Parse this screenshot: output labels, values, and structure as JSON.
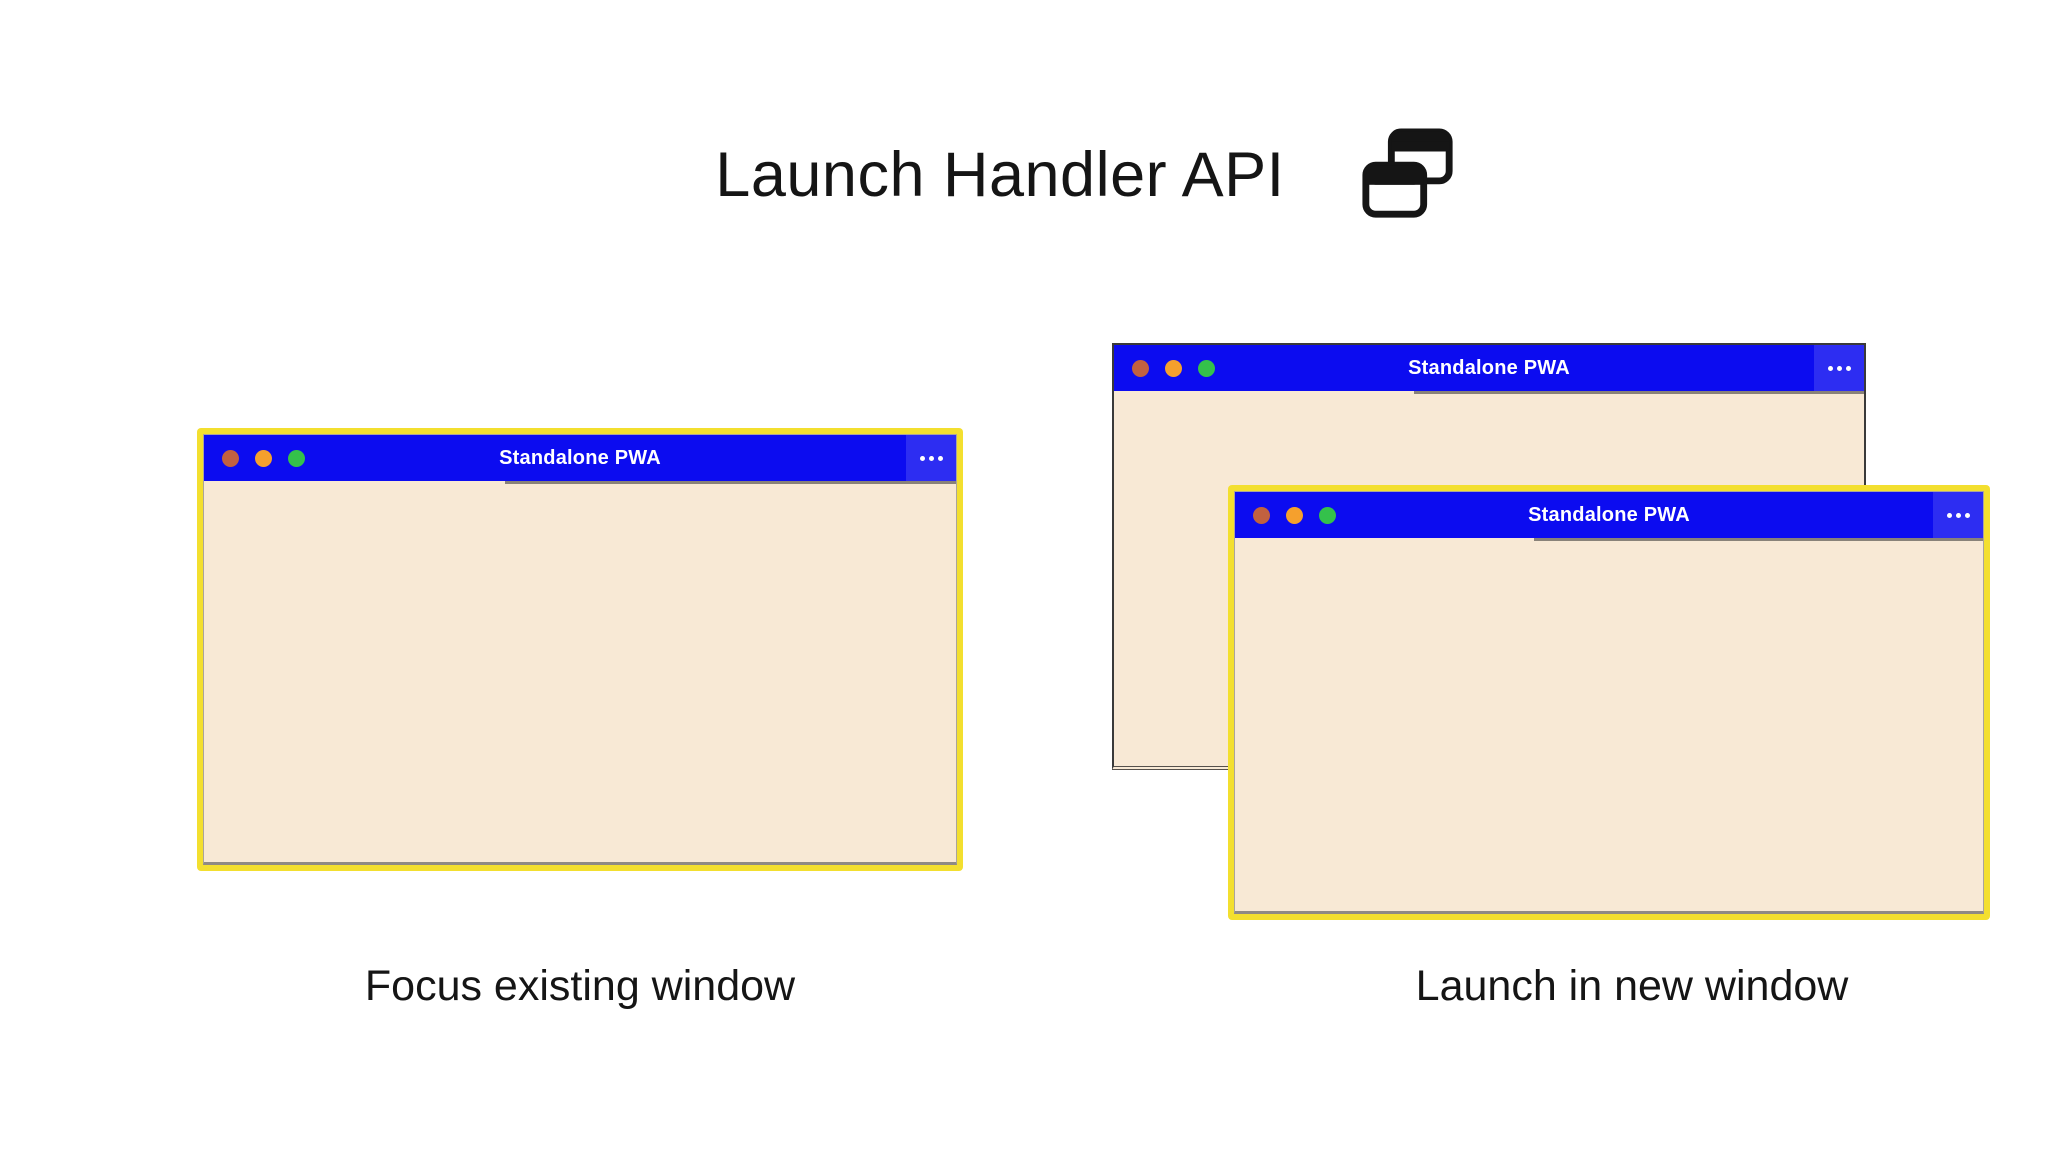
{
  "header": {
    "title": "Launch Handler API",
    "icon": "overlapping-windows-icon"
  },
  "panels": {
    "focus": {
      "caption": "Focus existing window",
      "window": {
        "title": "Standalone PWA"
      }
    },
    "launch": {
      "caption": "Launch in new window",
      "back_window": {
        "title": "Standalone PWA"
      },
      "front_window": {
        "title": "Standalone PWA"
      }
    }
  },
  "colors": {
    "page_bg": "#ffffff",
    "titlebar_blue": "#0c0cf0",
    "titlebar_menu_blue": "#2d2df2",
    "window_body": "#f8e9d5",
    "highlight_yellow": "#f3df2f",
    "traffic_red": "#c2613f",
    "traffic_orange": "#f5a02d",
    "traffic_green": "#34c14b",
    "back_window_border": "#3a3a3a",
    "text_black": "#151515"
  }
}
